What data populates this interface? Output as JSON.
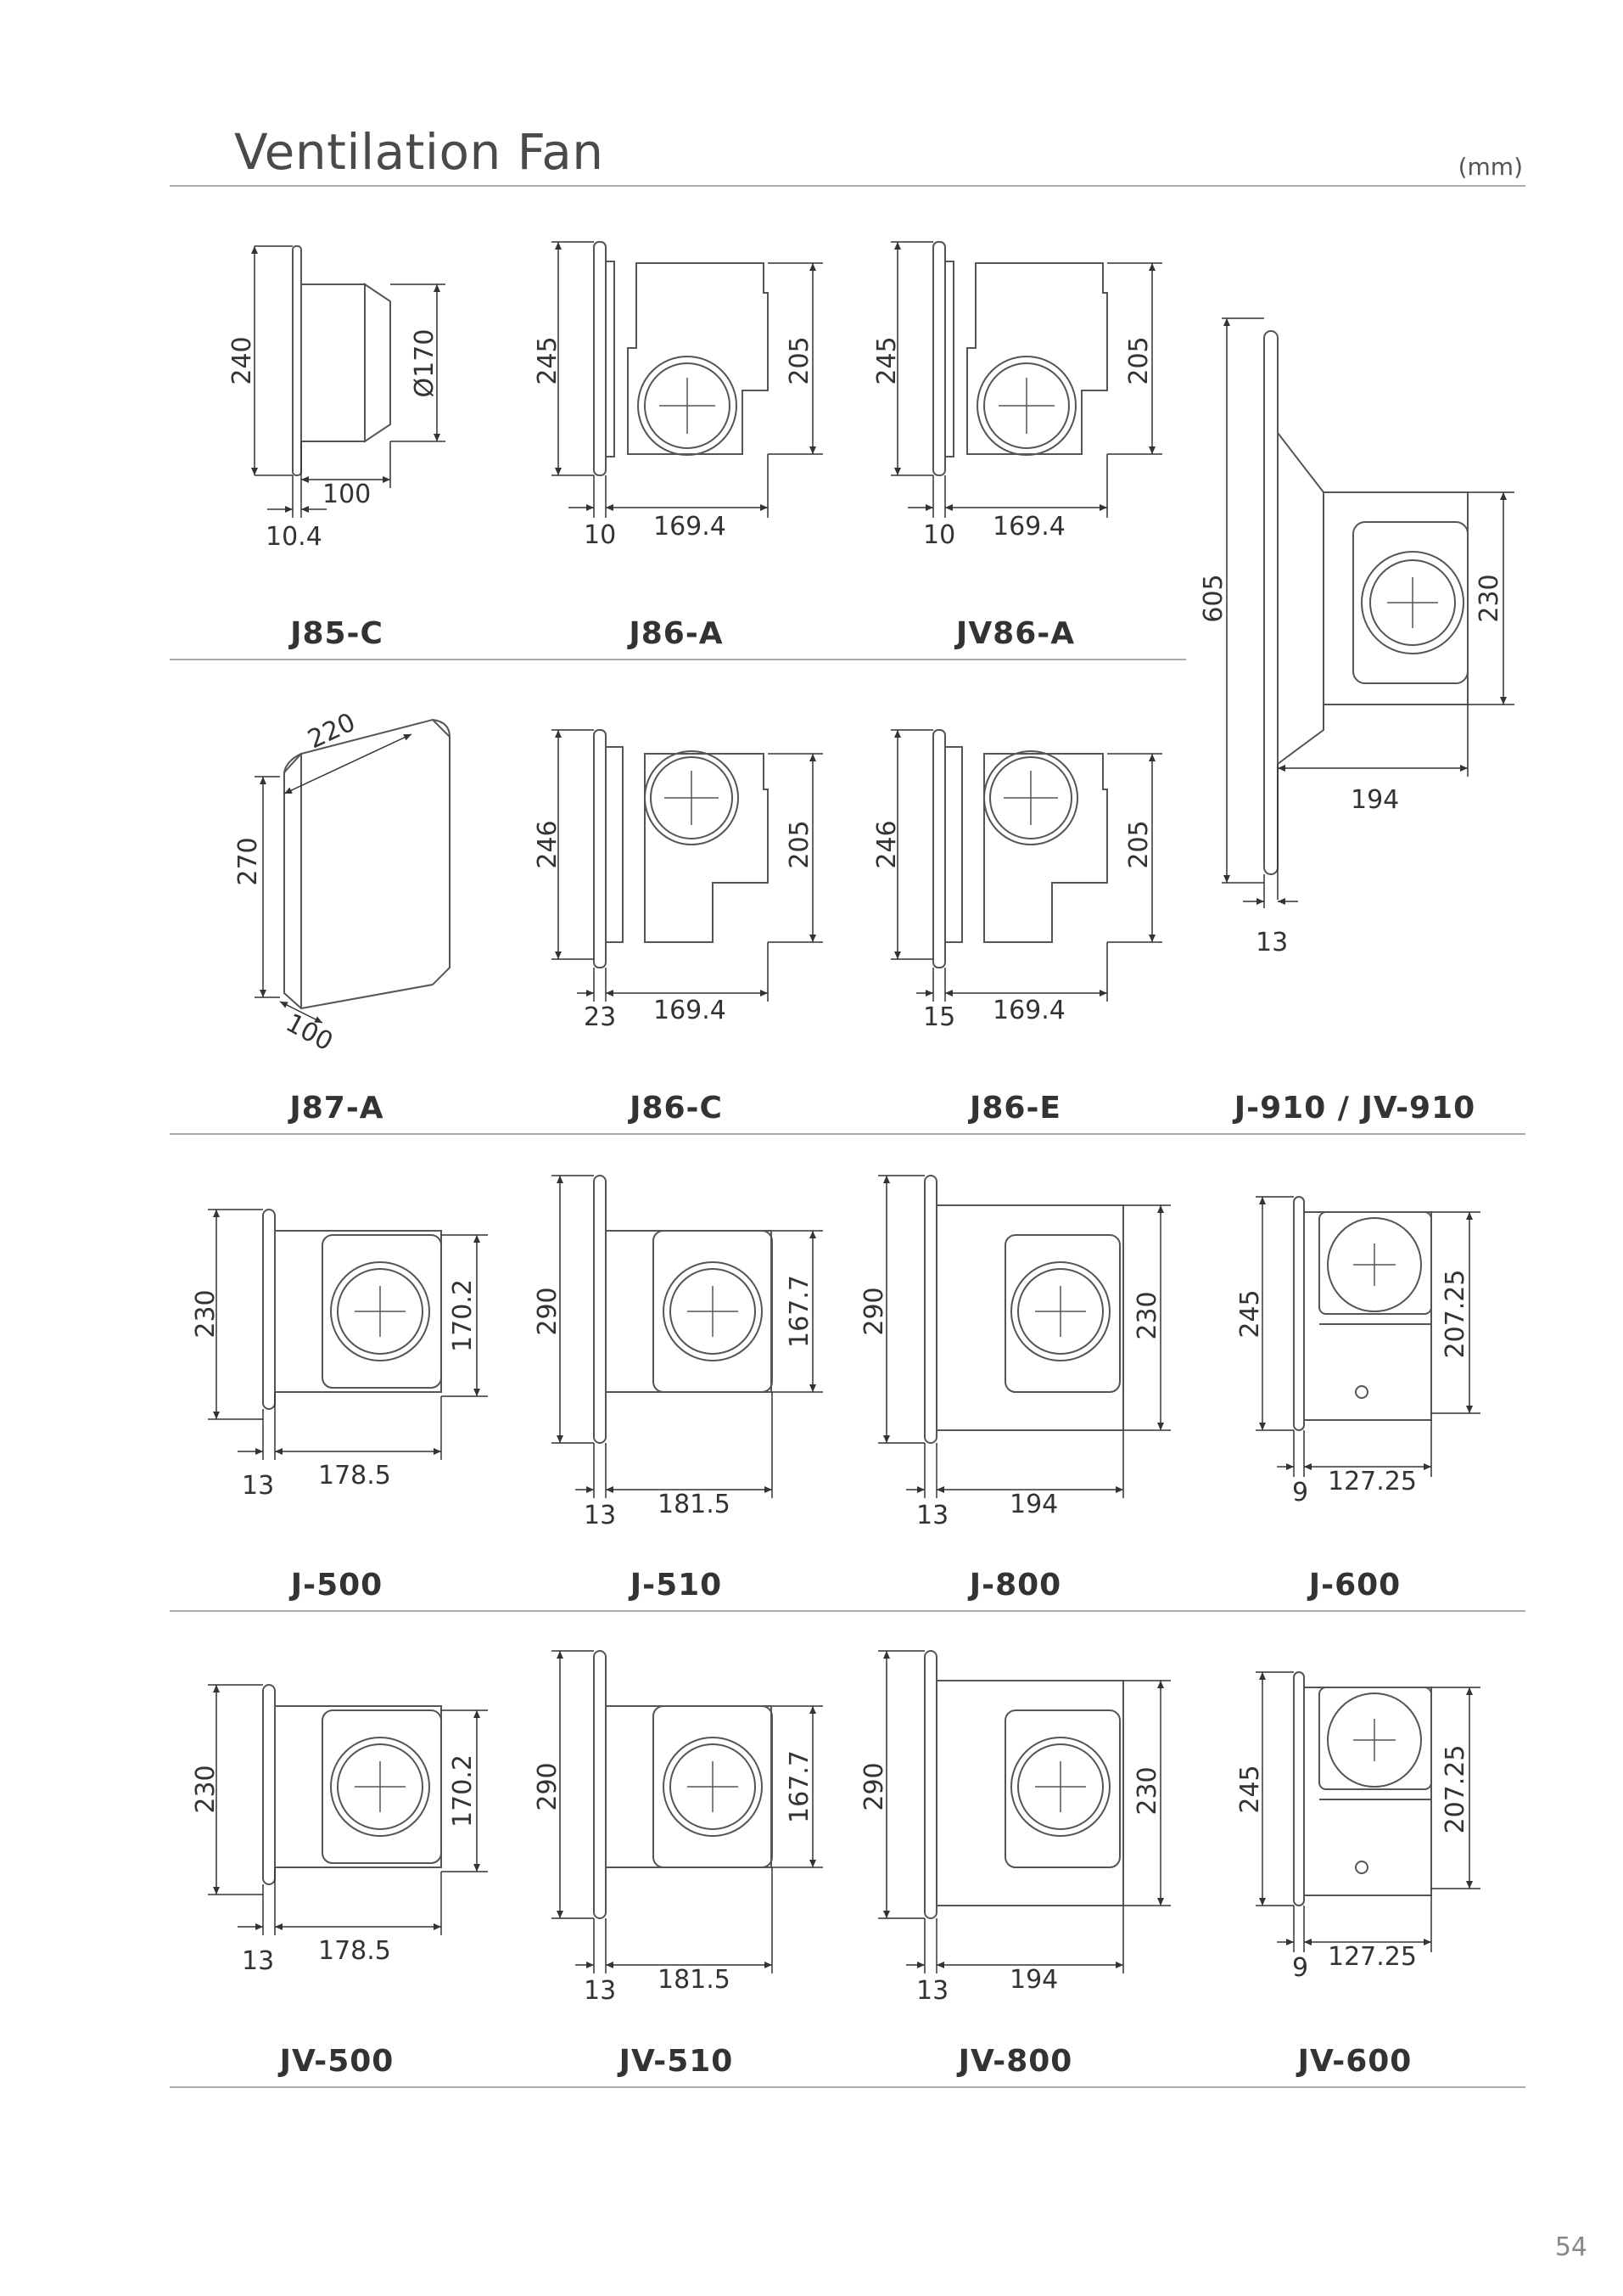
{
  "header": {
    "title": "Ventilation Fan",
    "unit": "(mm)"
  },
  "page_number": "54",
  "models": [
    {
      "id": "j85c",
      "label": "J85-C",
      "dims": [
        "240",
        "Ø170",
        "100",
        "10.4"
      ]
    },
    {
      "id": "j86a",
      "label": "J86-A",
      "dims": [
        "245",
        "205",
        "10",
        "169.4"
      ]
    },
    {
      "id": "jv86a",
      "label": "JV86-A",
      "dims": [
        "245",
        "205",
        "10",
        "169.4"
      ]
    },
    {
      "id": "j910",
      "label": "J-910 / JV-910",
      "dims": [
        "605",
        "230",
        "194",
        "13"
      ]
    },
    {
      "id": "j87a",
      "label": "J87-A",
      "dims": [
        "220",
        "270",
        "100"
      ]
    },
    {
      "id": "j86c",
      "label": "J86-C",
      "dims": [
        "246",
        "205",
        "23",
        "169.4"
      ]
    },
    {
      "id": "j86e",
      "label": "J86-E",
      "dims": [
        "246",
        "205",
        "15",
        "169.4"
      ]
    },
    {
      "id": "j500",
      "label": "J-500",
      "dims": [
        "230",
        "170.2",
        "13",
        "178.5"
      ]
    },
    {
      "id": "j510",
      "label": "J-510",
      "dims": [
        "290",
        "167.7",
        "13",
        "181.5"
      ]
    },
    {
      "id": "j800",
      "label": "J-800",
      "dims": [
        "290",
        "230",
        "13",
        "194"
      ]
    },
    {
      "id": "j600",
      "label": "J-600",
      "dims": [
        "245",
        "207.25",
        "9",
        "127.25"
      ]
    },
    {
      "id": "jv500",
      "label": "JV-500",
      "dims": [
        "230",
        "170.2",
        "13",
        "178.5"
      ]
    },
    {
      "id": "jv510",
      "label": "JV-510",
      "dims": [
        "290",
        "167.7",
        "13",
        "181.5"
      ]
    },
    {
      "id": "jv800",
      "label": "JV-800",
      "dims": [
        "290",
        "230",
        "13",
        "194"
      ]
    },
    {
      "id": "jv600",
      "label": "JV-600",
      "dims": [
        "245",
        "207.25",
        "9",
        "127.25"
      ]
    }
  ]
}
